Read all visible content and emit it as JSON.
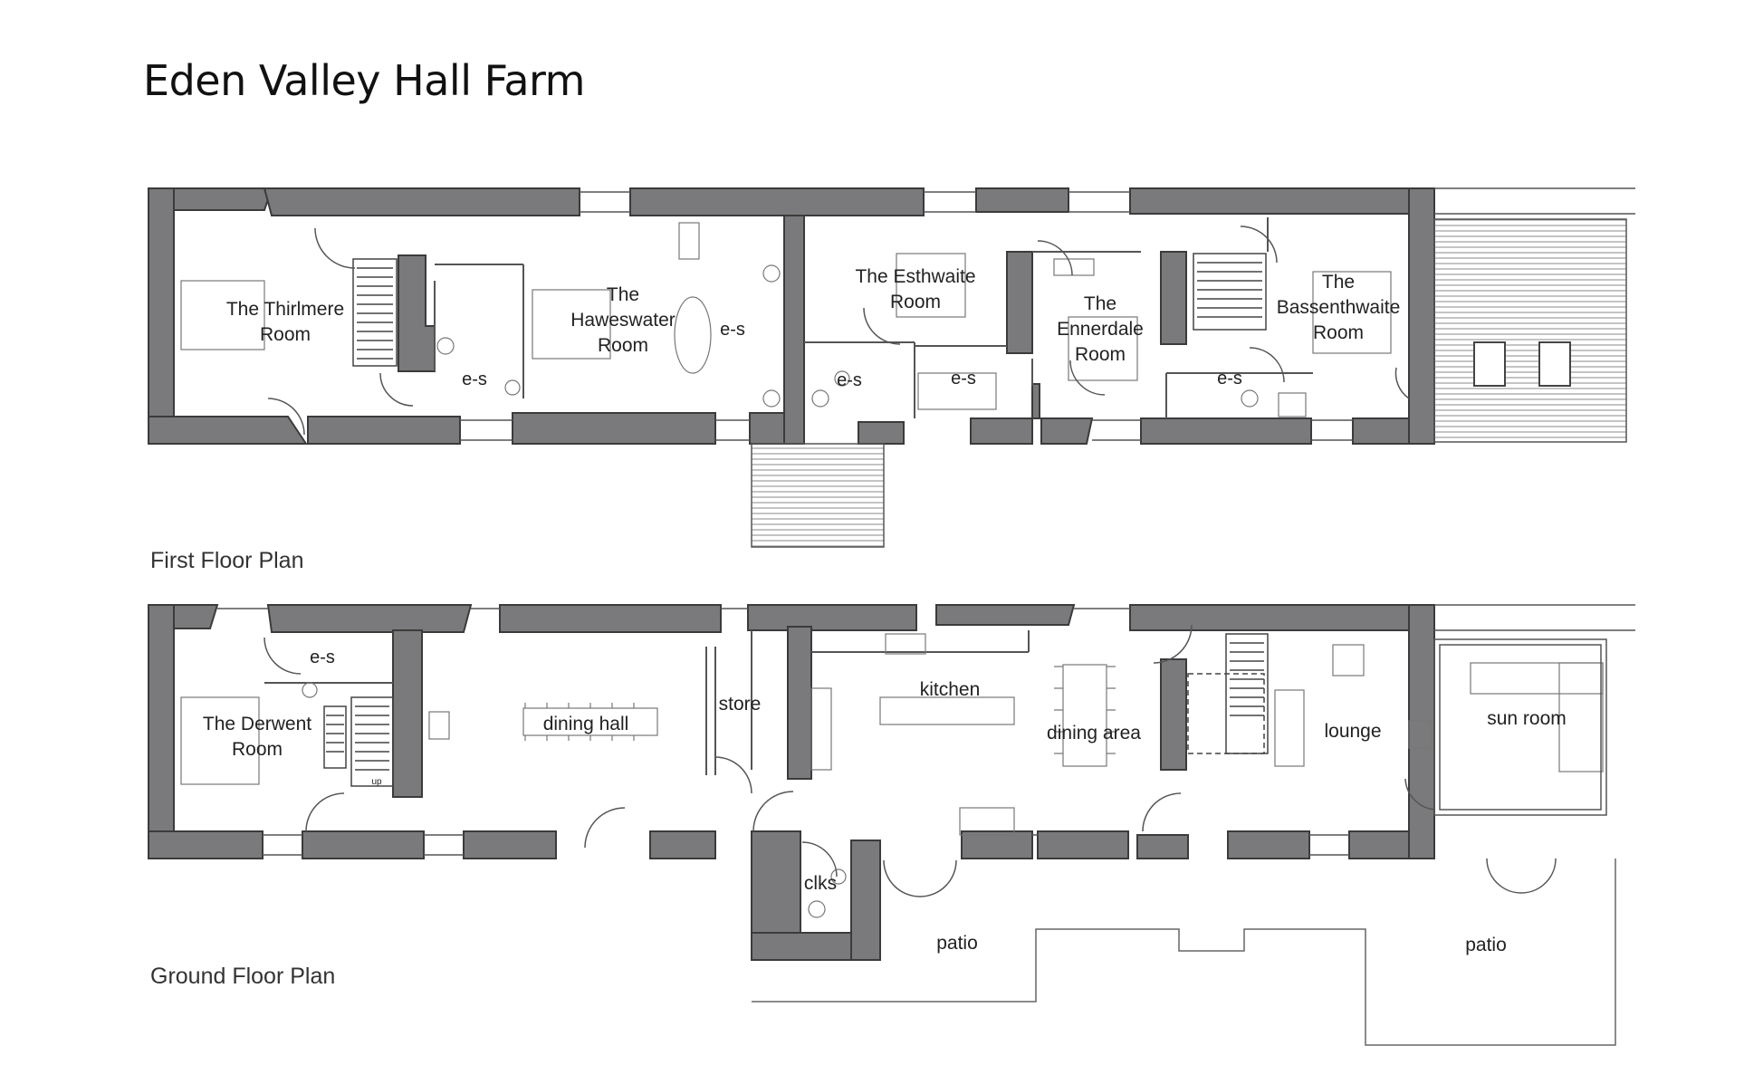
{
  "title": "Eden Valley Hall Farm",
  "colors": {
    "wall": "#7a7a7c",
    "wall_stroke": "#3b3b3b",
    "line": "#555555",
    "text": "#222222"
  },
  "first_floor": {
    "label": "First Floor Plan",
    "rooms": {
      "thirlmere": "The Thirlmere\nRoom",
      "haweswater": "The\nHaweswater\nRoom",
      "haweswater_es": "e-s",
      "thirlmere_es": "e-s",
      "esthwaite": "The Esthwaite\nRoom",
      "esthwaite_es1": "e-s",
      "esthwaite_es2": "e-s",
      "ennerdale": "The\nEnnerdale\nRoom",
      "bassenthwaite": "The\nBassenthwaite\nRoom",
      "bassenthwaite_es": "e-s"
    }
  },
  "ground_floor": {
    "label": "Ground Floor Plan",
    "rooms": {
      "derwent": "The Derwent\nRoom",
      "derwent_es": "e-s",
      "dining_hall": "dining hall",
      "store": "store",
      "kitchen": "kitchen",
      "dining_area": "dining area",
      "lounge": "lounge",
      "sun_room": "sun room",
      "clks": "clks",
      "patio_left": "patio",
      "patio_right": "patio",
      "stair_up": "up"
    }
  }
}
